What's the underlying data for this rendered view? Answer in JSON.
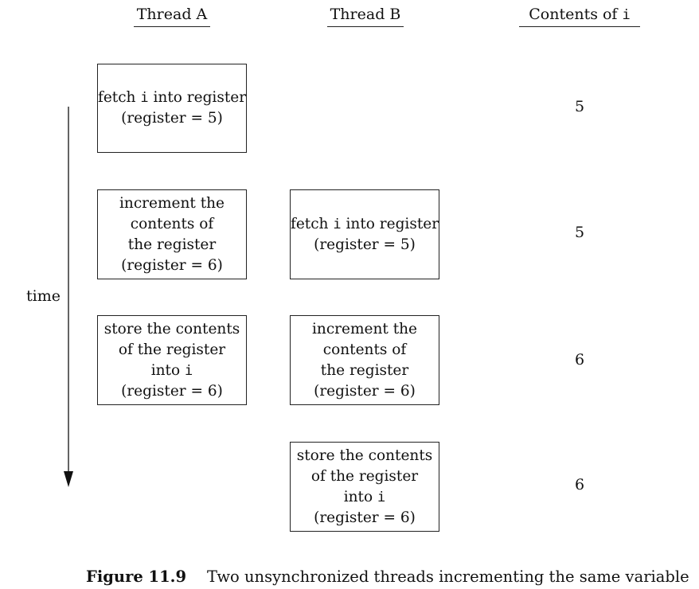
{
  "headers": {
    "thread_a": "Thread A",
    "thread_b": "Thread B",
    "contents_prefix": "Contents of ",
    "contents_var": "i"
  },
  "axis": {
    "label": "time"
  },
  "thread_a_steps": [
    {
      "lines": [
        [
          "fetch ",
          "i",
          " into register"
        ],
        [
          "(register = 5)"
        ]
      ]
    },
    {
      "lines": [
        [
          "increment the"
        ],
        [
          "contents of"
        ],
        [
          "the register"
        ],
        [
          "(register = 6)"
        ]
      ]
    },
    {
      "lines": [
        [
          "store the contents"
        ],
        [
          "of the register"
        ],
        [
          "into ",
          "i"
        ],
        [
          "(register = 6)"
        ]
      ]
    }
  ],
  "thread_b_steps": [
    {
      "lines": [
        [
          "fetch ",
          "i",
          " into register"
        ],
        [
          "(register = 5)"
        ]
      ]
    },
    {
      "lines": [
        [
          "increment the"
        ],
        [
          "contents of"
        ],
        [
          "the register"
        ],
        [
          "(register = 6)"
        ]
      ]
    },
    {
      "lines": [
        [
          "store the contents"
        ],
        [
          "of the register"
        ],
        [
          "into ",
          "i"
        ],
        [
          "(register = 6)"
        ]
      ]
    }
  ],
  "i_values": [
    "5",
    "5",
    "6",
    "6"
  ],
  "caption": {
    "figure": "Figure 11.9",
    "text": "Two unsynchronized threads incrementing the same variable"
  }
}
